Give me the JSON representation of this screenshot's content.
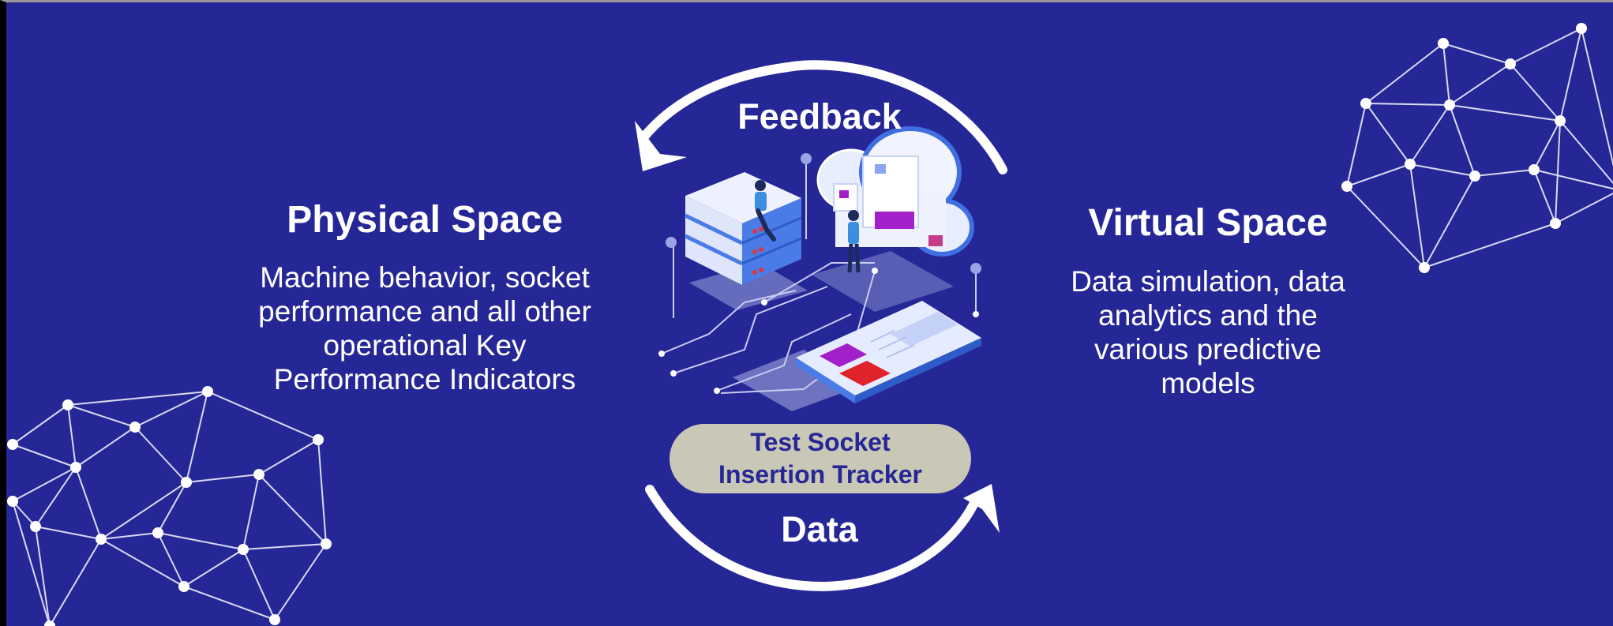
{
  "physical": {
    "title": "Physical Space",
    "lines": [
      "Machine behavior, socket",
      "performance and all other",
      "operational Key",
      "Performance Indicators"
    ]
  },
  "virtual": {
    "title": "Virtual Space",
    "lines": [
      "Data simulation, data",
      "analytics and the",
      "various predictive",
      "models"
    ]
  },
  "cycle": {
    "feedback_label": "Feedback",
    "data_label": "Data"
  },
  "tracker": {
    "lines": [
      "Test Socket",
      "Insertion Tracker"
    ]
  },
  "colors": {
    "background": "#262796",
    "text": "#ffffff",
    "pill": "#c9c7b6",
    "pill_text": "#262796"
  }
}
